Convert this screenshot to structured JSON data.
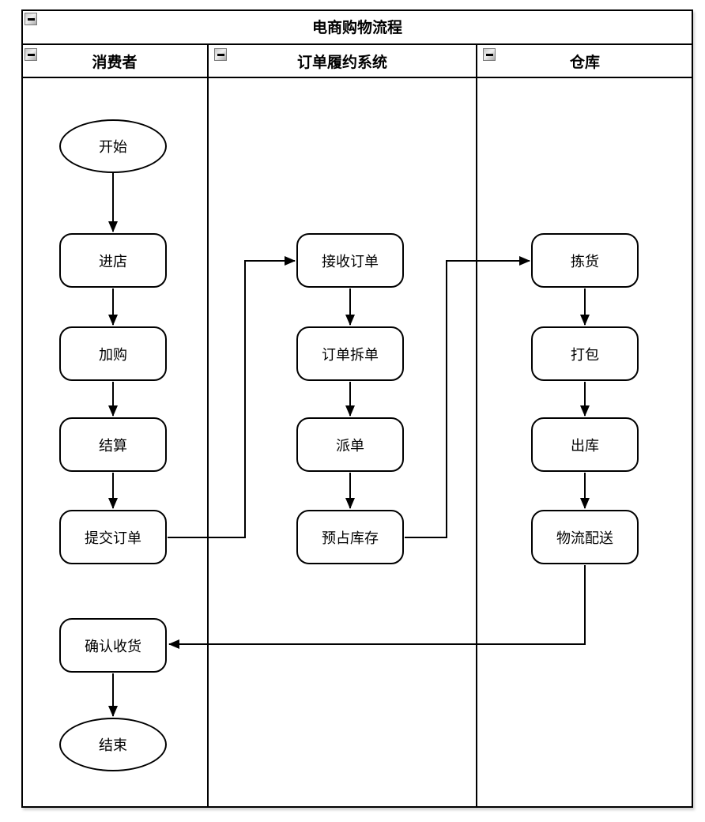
{
  "diagram": {
    "title": "电商购物流程",
    "lanes": [
      {
        "id": "consumer",
        "label": "消费者"
      },
      {
        "id": "fulfillment",
        "label": "订单履约系统"
      },
      {
        "id": "warehouse",
        "label": "仓库"
      }
    ],
    "nodes": [
      {
        "id": "start",
        "label": "开始",
        "shape": "ellipse",
        "lane": "consumer"
      },
      {
        "id": "enter-store",
        "label": "进店",
        "shape": "rounded-rect",
        "lane": "consumer"
      },
      {
        "id": "add-to-cart",
        "label": "加购",
        "shape": "rounded-rect",
        "lane": "consumer"
      },
      {
        "id": "checkout",
        "label": "结算",
        "shape": "rounded-rect",
        "lane": "consumer"
      },
      {
        "id": "submit-order",
        "label": "提交订单",
        "shape": "rounded-rect",
        "lane": "consumer"
      },
      {
        "id": "confirm-receipt",
        "label": "确认收货",
        "shape": "rounded-rect",
        "lane": "consumer"
      },
      {
        "id": "end",
        "label": "结束",
        "shape": "ellipse",
        "lane": "consumer"
      },
      {
        "id": "receive-order",
        "label": "接收订单",
        "shape": "rounded-rect",
        "lane": "fulfillment"
      },
      {
        "id": "split-order",
        "label": "订单拆单",
        "shape": "rounded-rect",
        "lane": "fulfillment"
      },
      {
        "id": "dispatch-order",
        "label": "派单",
        "shape": "rounded-rect",
        "lane": "fulfillment"
      },
      {
        "id": "reserve-inventory",
        "label": "预占库存",
        "shape": "rounded-rect",
        "lane": "fulfillment"
      },
      {
        "id": "picking",
        "label": "拣货",
        "shape": "rounded-rect",
        "lane": "warehouse"
      },
      {
        "id": "packing",
        "label": "打包",
        "shape": "rounded-rect",
        "lane": "warehouse"
      },
      {
        "id": "outbound",
        "label": "出库",
        "shape": "rounded-rect",
        "lane": "warehouse"
      },
      {
        "id": "logistics-delivery",
        "label": "物流配送",
        "shape": "rounded-rect",
        "lane": "warehouse"
      }
    ],
    "edges": [
      {
        "from": "start",
        "to": "enter-store"
      },
      {
        "from": "enter-store",
        "to": "add-to-cart"
      },
      {
        "from": "add-to-cart",
        "to": "checkout"
      },
      {
        "from": "checkout",
        "to": "submit-order"
      },
      {
        "from": "submit-order",
        "to": "receive-order"
      },
      {
        "from": "receive-order",
        "to": "split-order"
      },
      {
        "from": "split-order",
        "to": "dispatch-order"
      },
      {
        "from": "dispatch-order",
        "to": "reserve-inventory"
      },
      {
        "from": "reserve-inventory",
        "to": "picking"
      },
      {
        "from": "picking",
        "to": "packing"
      },
      {
        "from": "packing",
        "to": "outbound"
      },
      {
        "from": "outbound",
        "to": "logistics-delivery"
      },
      {
        "from": "logistics-delivery",
        "to": "confirm-receipt"
      },
      {
        "from": "confirm-receipt",
        "to": "end"
      }
    ],
    "colors": {
      "line": "#000000",
      "node_fill": "#ffffff",
      "background": "#ffffff",
      "collapse_icon_bg": "#c8c8c8"
    }
  }
}
